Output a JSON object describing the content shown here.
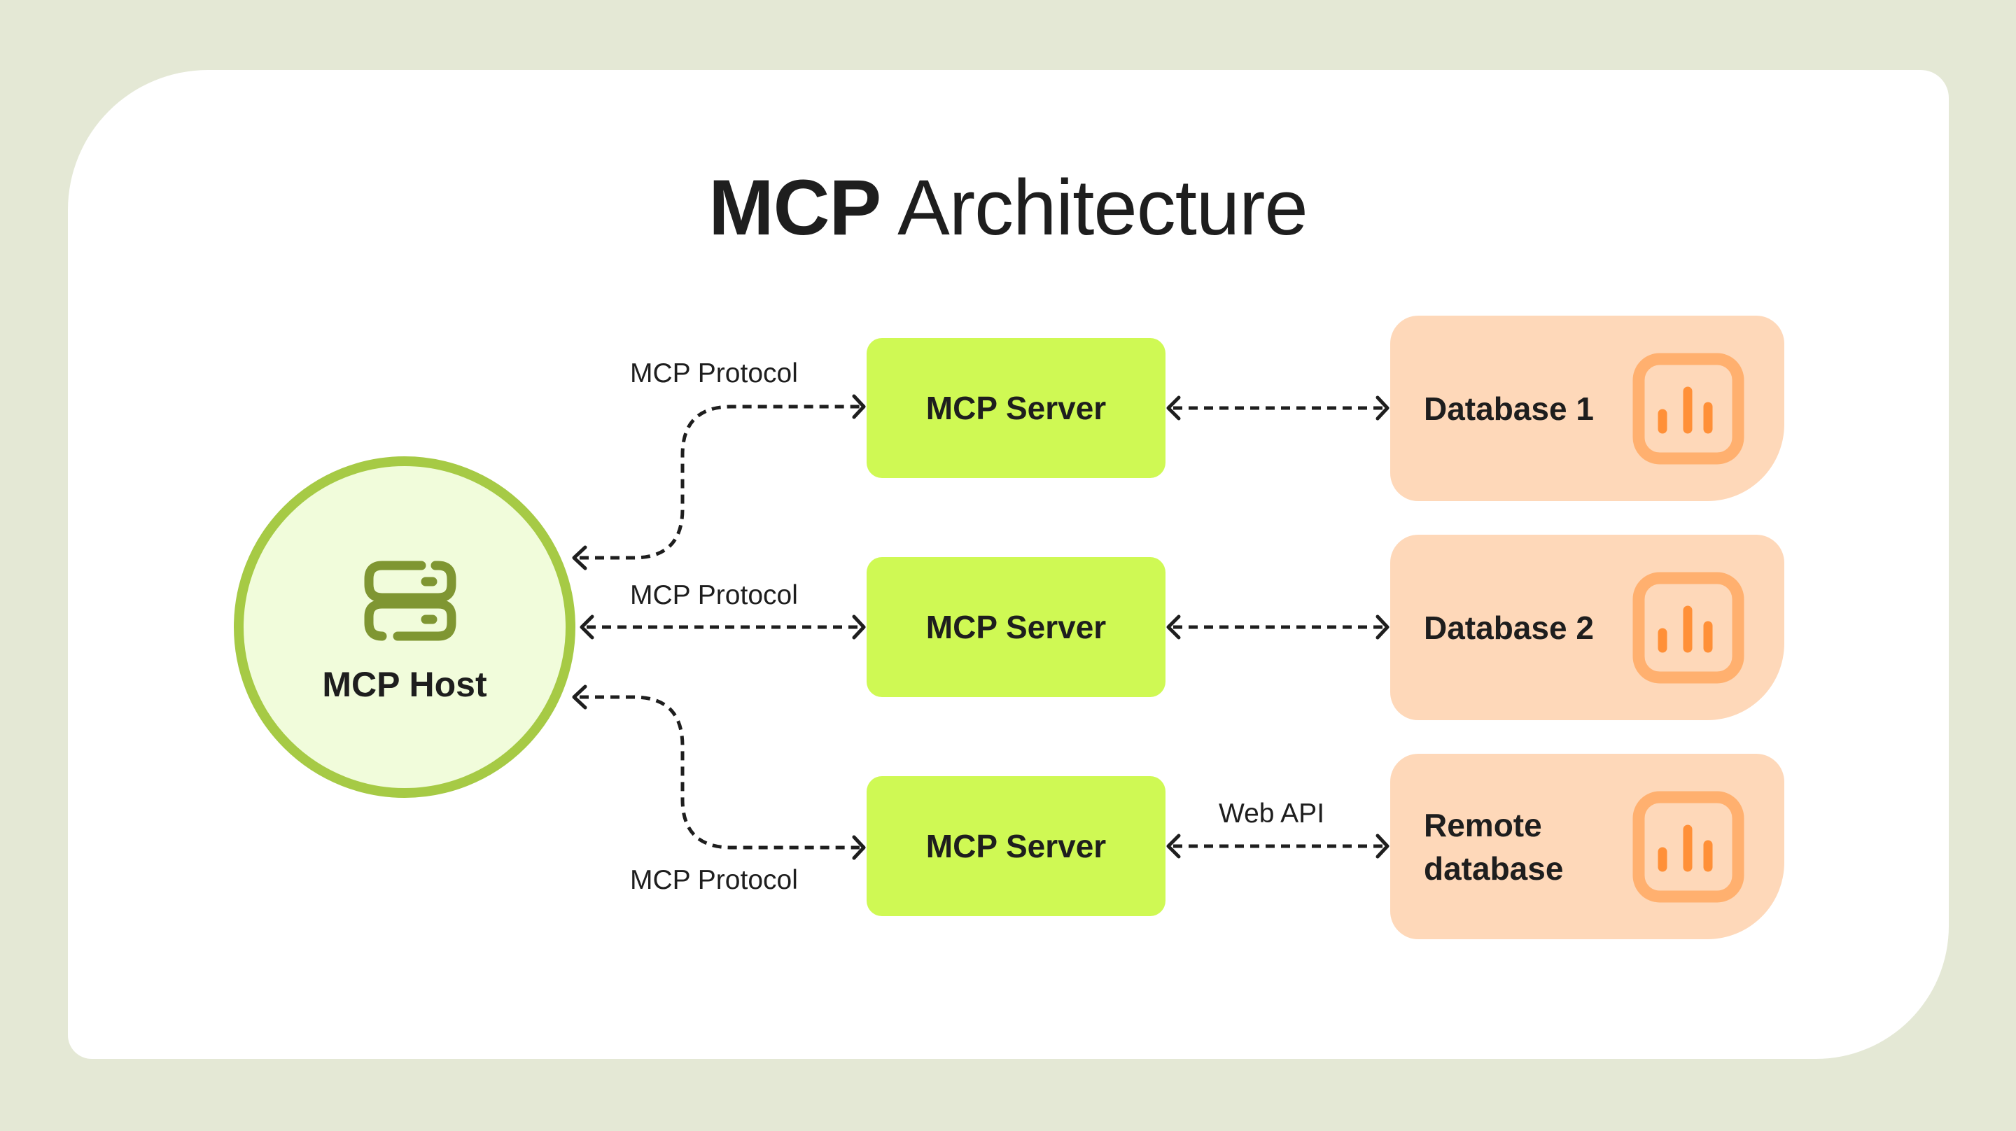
{
  "title": {
    "bold": "MCP",
    "light": "Architecture"
  },
  "host": {
    "label": "MCP Host",
    "icon": "server-stack-icon"
  },
  "servers": [
    {
      "label": "MCP Server"
    },
    {
      "label": "MCP Server"
    },
    {
      "label": "MCP Server"
    }
  ],
  "databases": [
    {
      "label": "Database 1",
      "icon": "bar-chart-icon"
    },
    {
      "label": "Database 2",
      "icon": "bar-chart-icon"
    },
    {
      "label": "Remote database",
      "icon": "bar-chart-icon"
    }
  ],
  "edges": {
    "host_to_server_1": "MCP Protocol",
    "host_to_server_2": "MCP Protocol",
    "host_to_server_3": "MCP Protocol",
    "server_3_to_remote": "Web API"
  },
  "colors": {
    "background": "#E4E8D5",
    "card": "#FFFFFF",
    "host_fill": "#F1FCDB",
    "host_stroke": "#A6CA45",
    "host_icon": "#7F9632",
    "server_fill": "#CFF954",
    "database_fill": "#FED8B9",
    "database_icon_frame": "#FFB06F",
    "database_icon_bars": "#FF9038",
    "text": "#1E1E1E"
  }
}
